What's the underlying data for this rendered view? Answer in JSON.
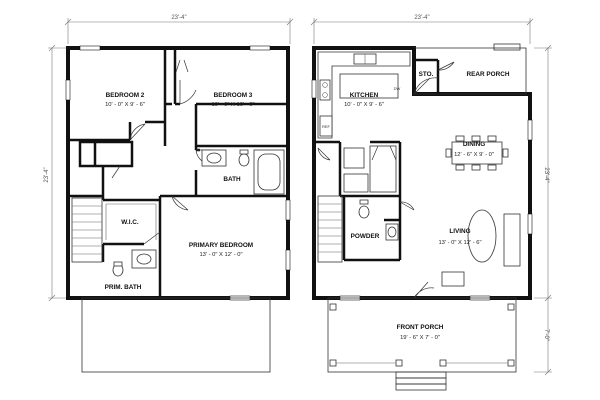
{
  "dimensions": {
    "width_top_left": "23'-4\"",
    "width_top_right": "23'-4\"",
    "depth_left": "23'-4\"",
    "depth_right": "23'-4\"",
    "porch_depth": "7'-0\""
  },
  "second_floor": {
    "rooms": [
      {
        "name": "BEDROOM 2",
        "size": "10' - 0\" X 9' - 6\""
      },
      {
        "name": "BEDROOM 3",
        "size": "10' - 0\" X 10' - 0\""
      },
      {
        "name": "BATH",
        "size": ""
      },
      {
        "name": "W.I.C.",
        "size": ""
      },
      {
        "name": "PRIMARY BEDROOM",
        "size": "13' - 0\" X 12' - 0\""
      },
      {
        "name": "PRIM. BATH",
        "size": ""
      }
    ]
  },
  "first_floor": {
    "rooms": [
      {
        "name": "KITCHEN",
        "size": "10' - 0\" X 9' - 6\""
      },
      {
        "name": "STO.",
        "size": ""
      },
      {
        "name": "REAR PORCH",
        "size": ""
      },
      {
        "name": "DINING",
        "size": "12' - 6\" X 9' - 0\""
      },
      {
        "name": "POWDER",
        "size": ""
      },
      {
        "name": "LIVING",
        "size": "13' - 0\" X 12' - 6\""
      },
      {
        "name": "FRONT PORCH",
        "size": "19' - 6\" X 7' - 0\""
      }
    ],
    "appliance_labels": {
      "dw": "DW",
      "ref": "REF"
    }
  }
}
